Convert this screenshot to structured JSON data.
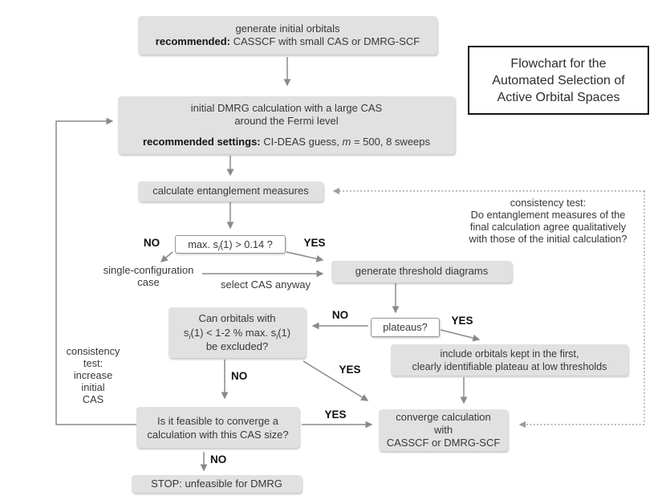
{
  "figure_title": {
    "lines": [
      "Flowchart for the",
      "Automated Selection of",
      "Active Orbital Spaces"
    ]
  },
  "nodes": {
    "generate": {
      "line1": "generate initial orbitals",
      "rec_label": "recommended:",
      "rec_text": " CASSCF with small CAS or DMRG-SCF"
    },
    "dmrg": {
      "line1": "initial DMRG calculation with a large CAS",
      "line2": "around the Fermi level",
      "rec_label": "recommended settings:",
      "rec_pre": " CI-DEAS guess, ",
      "rec_m": "m",
      "rec_post": " = 500, 8 sweeps"
    },
    "calc": {
      "text": "calculate entanglement measures"
    },
    "decision_max": {
      "pre": "max. s",
      "sub": "i",
      "post": "(1) > 0.14 ?"
    },
    "single_config": {
      "line1": "single-configuration",
      "line2": "case"
    },
    "threshold": {
      "text": "generate threshold diagrams"
    },
    "exclude": {
      "line1": "Can orbitals with",
      "l2_s": "s",
      "l2_i": "i",
      "l2_mid": "(1) < 1-2 % max. s",
      "l2_i2": "i",
      "l2_end": "(1)",
      "line3": "be excluded?"
    },
    "plateaus": {
      "text": "plateaus?"
    },
    "include": {
      "line1": "include orbitals kept in the first,",
      "line2": "clearly identifiable plateau at low thresholds"
    },
    "feasible": {
      "line1": "Is it feasible to converge a",
      "line2": "calculation with this CAS size?"
    },
    "converge": {
      "line1": "converge calculation",
      "line2": "with",
      "line3": "CASSCF or DMRG-SCF"
    },
    "stop": {
      "text": "STOP: unfeasible for DMRG"
    }
  },
  "labels": {
    "decision_no": "NO",
    "decision_yes": "YES",
    "select_cas": "select CAS anyway",
    "plateaus_no": "NO",
    "plateaus_yes": "YES",
    "exclude_no": "NO",
    "exclude_yes": "YES",
    "feasible_yes": "YES",
    "feasible_no": "NO",
    "consistency_left": {
      "lines": [
        "consistency",
        "test:",
        "increase",
        "initial",
        "CAS"
      ]
    },
    "consistency_right": {
      "lines": [
        "consistency test:",
        "Do entanglement measures of the",
        "final calculation agree qualitatively",
        "with those of the initial calculation?"
      ]
    }
  },
  "colors": {
    "background": "#ffffff",
    "box_fill": "#e1e1e1",
    "box_text": "#383838",
    "bold_text": "#141414",
    "arrow": "#8a8a8a",
    "dotted_line": "#9c9c9c",
    "decision_border": "#949494",
    "title_border": "#141414"
  }
}
